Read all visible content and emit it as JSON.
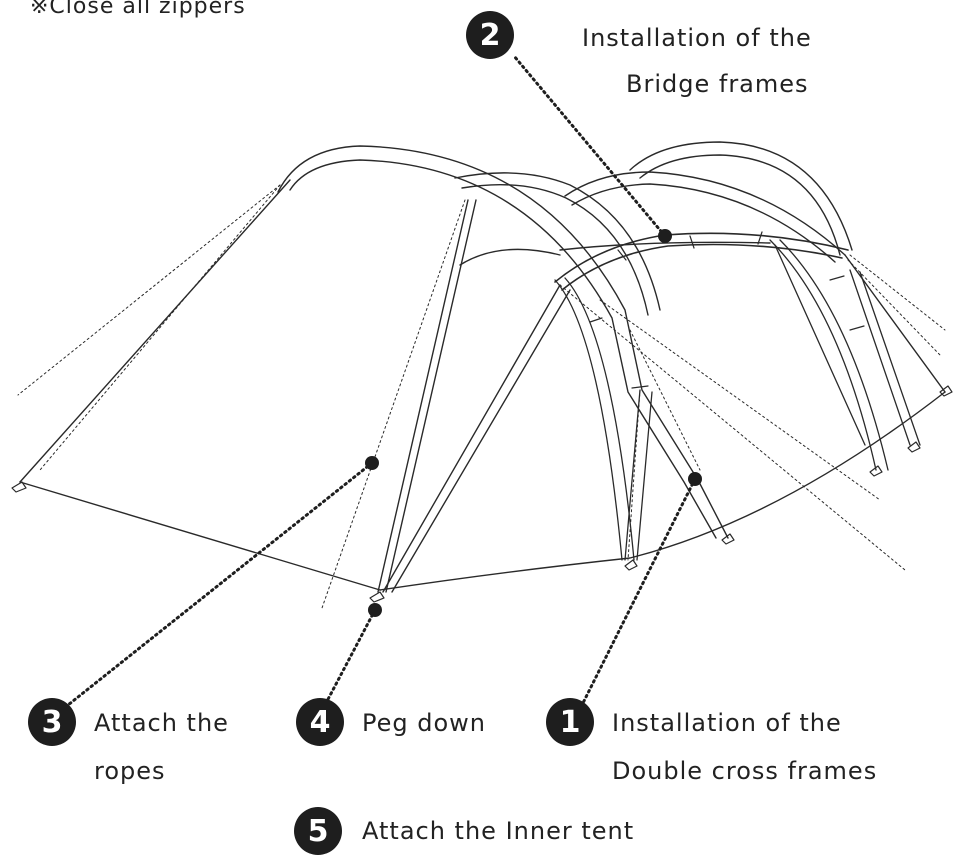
{
  "note": "※Close all zippers",
  "steps": [
    {
      "number": "1",
      "lines": [
        "Installation of the",
        "Double cross frames"
      ]
    },
    {
      "number": "2",
      "lines": [
        "Installation of the",
        "Bridge frames"
      ]
    },
    {
      "number": "3",
      "lines": [
        "Attach the",
        "ropes"
      ]
    },
    {
      "number": "4",
      "lines": [
        "Peg down"
      ]
    },
    {
      "number": "5",
      "lines": [
        "Attach the Inner tent"
      ]
    }
  ],
  "colors": {
    "badge": "#1e1e1e",
    "line": "#2a2a2a",
    "leader": "#1e1e1e"
  }
}
